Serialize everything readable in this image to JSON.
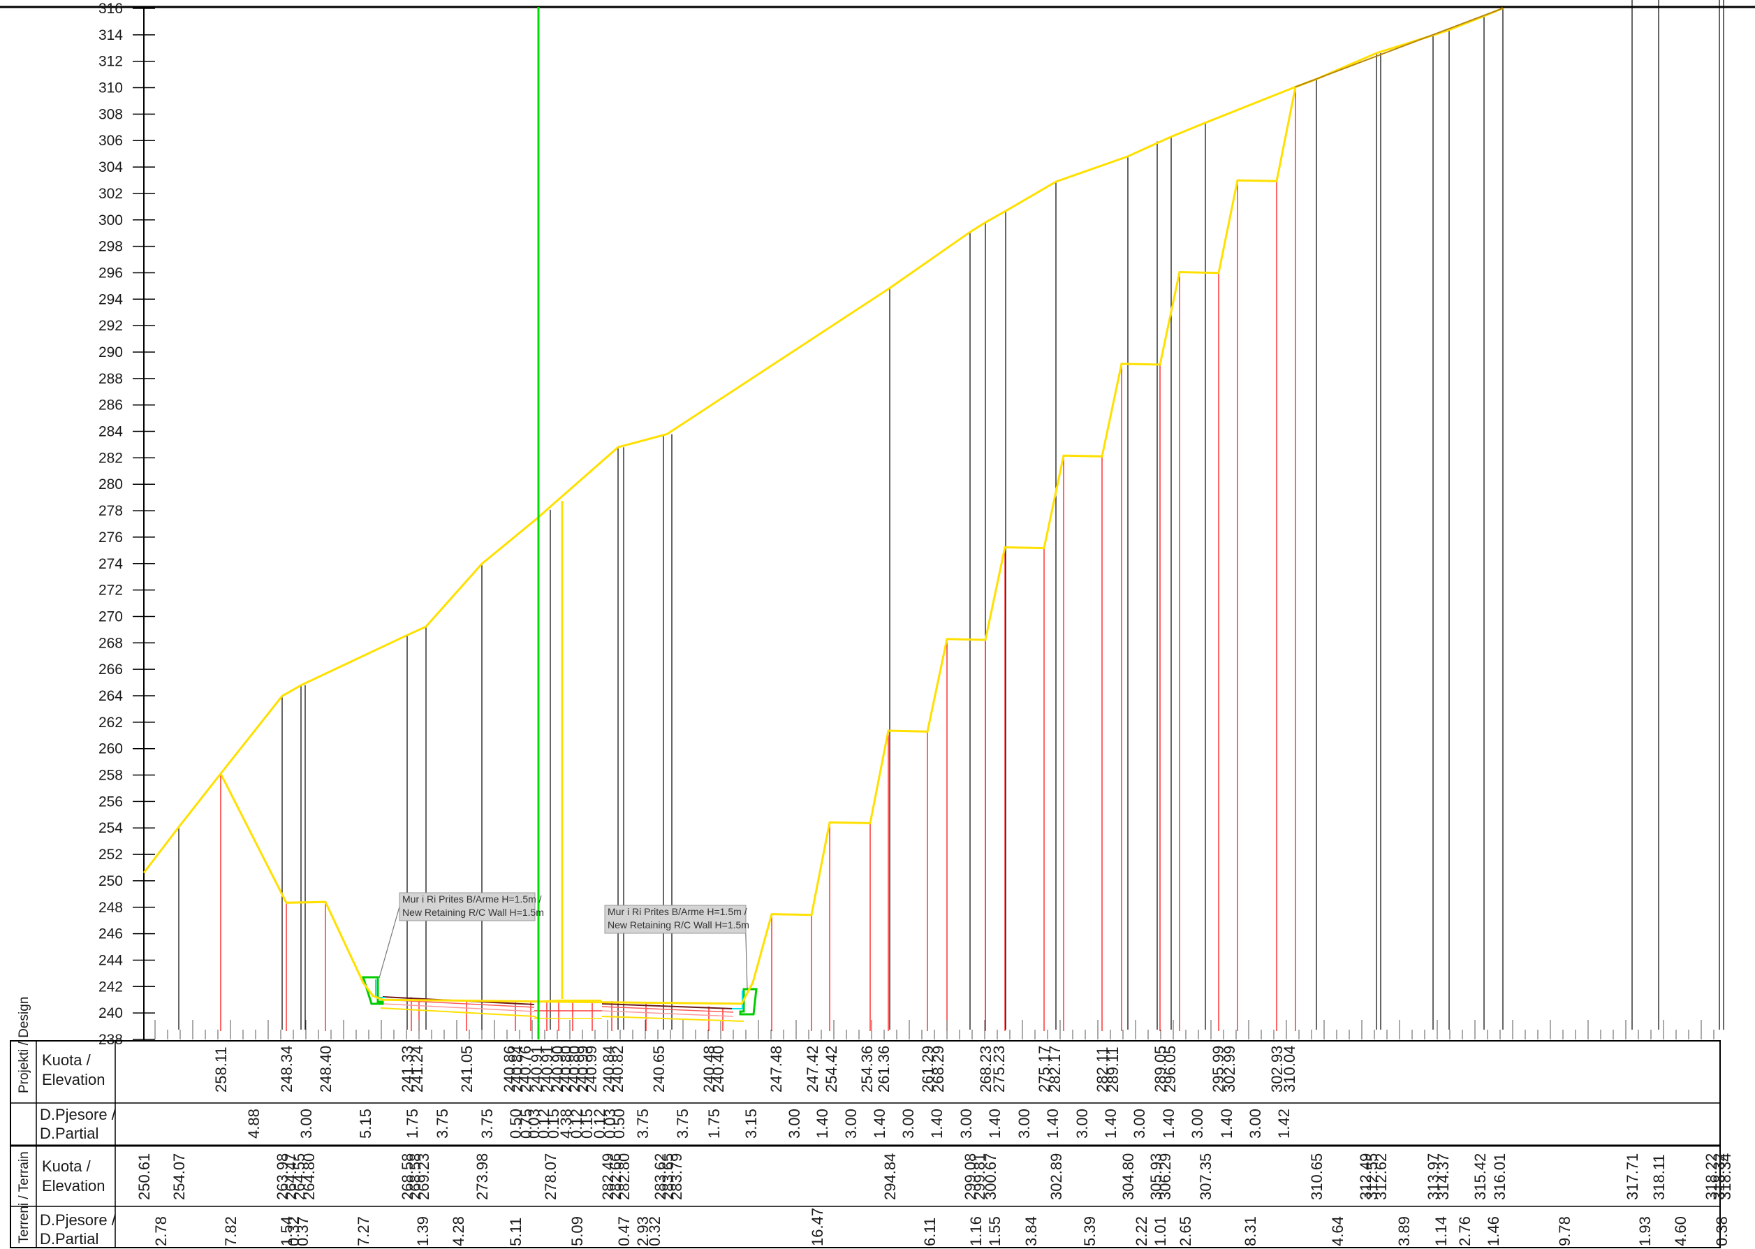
{
  "elevation_axis": {
    "min": 238,
    "max": 316,
    "step": 2
  },
  "bands": {
    "design": {
      "group_title": "Projekti / Design",
      "elevation_header": [
        "Kuota /",
        "Elevation"
      ],
      "partial_header": [
        "D.Pjesore /",
        "D.Partial"
      ],
      "elevation_values": [
        "258.11",
        "248.34",
        "248.40",
        "241.33",
        "241.24",
        "241.05",
        "240.86",
        "240.84",
        "240.76",
        "240.91",
        "240.91",
        "240.90",
        "240.80",
        "240.80",
        "240.99",
        "240.99",
        "240.84",
        "240.82",
        "240.65",
        "240.48",
        "240.40",
        "247.48",
        "247.42",
        "254.42",
        "254.36",
        "261.36",
        "261.29",
        "268.29",
        "268.23",
        "275.23",
        "275.17",
        "282.17",
        "282.11",
        "289.11",
        "289.05",
        "296.05",
        "295.99",
        "302.99",
        "302.93",
        "310.04"
      ],
      "partial_values": [
        "4.88",
        "3.00",
        "5.15",
        "1.75",
        "3.75",
        "3.75",
        "0.50",
        "0.75",
        "0.03",
        "0.12",
        "0.15",
        "4.38",
        "0.12",
        "0.15",
        "0.12",
        "0.03",
        "0.50",
        "3.75",
        "3.75",
        "1.75",
        "3.15",
        "3.00",
        "1.40",
        "3.00",
        "1.40",
        "3.00",
        "1.40",
        "3.00",
        "1.40",
        "3.00",
        "1.40",
        "3.00",
        "1.40",
        "3.00",
        "1.40",
        "3.00",
        "1.40",
        "3.00",
        "1.42"
      ]
    },
    "terrain": {
      "group_title": "Terreni / Terrain",
      "elevation_header": [
        "Kuota /",
        "Elevation"
      ],
      "partial_header": [
        "D.Pjesore /",
        "D.Partial"
      ],
      "elevation_values": [
        "250.61",
        "254.07",
        "263.98",
        "264.47",
        "264.55",
        "264.80",
        "268.58",
        "268.58",
        "269.23",
        "273.98",
        "278.07",
        "282.49",
        "282.66",
        "282.80",
        "283.62",
        "283.65",
        "283.79",
        "294.84",
        "299.08",
        "299.81",
        "300.67",
        "302.89",
        "304.80",
        "305.93",
        "306.29",
        "307.35",
        "310.65",
        "312.49",
        "312.55",
        "312.62",
        "313.97",
        "314.37",
        "315.42",
        "316.01",
        "317.71",
        "318.11",
        "318.22",
        "318.32",
        "318.34"
      ],
      "partial_values": [
        "2.78",
        "7.82",
        "1.54",
        "0.32",
        "0.37",
        "7.27",
        "1.39",
        "4.28",
        "5.11",
        "5.09",
        "0.47",
        "2.93",
        "0.32",
        "16.47",
        "6.11",
        "1.16",
        "1.55",
        "3.84",
        "5.39",
        "2.22",
        "1.01",
        "2.65",
        "8.31",
        "4.64",
        "3.89",
        "1.14",
        "2.76",
        "1.46",
        "9.78",
        "1.93",
        "4.60",
        "0.38"
      ]
    }
  },
  "callouts": [
    {
      "line1": "Mur i Ri Prites B/Arme H=1.5m /",
      "line2": "New Retaining R/C Wall H=1.5m"
    },
    {
      "line1": "Mur i Ri Prites B/Arme H=1.5m /",
      "line2": "New Retaining R/C Wall H=1.5m"
    }
  ],
  "colors": {
    "terrain_line": "#ffe000",
    "terrain_line_dark": "#b8860b",
    "centerline": "#00dd00",
    "design_vertical": "#ff0000",
    "terrain_vertical": "#000000",
    "wall": "#00cc00",
    "wall_inner": "#00e5e5",
    "callout_box": "#cccccc"
  }
}
